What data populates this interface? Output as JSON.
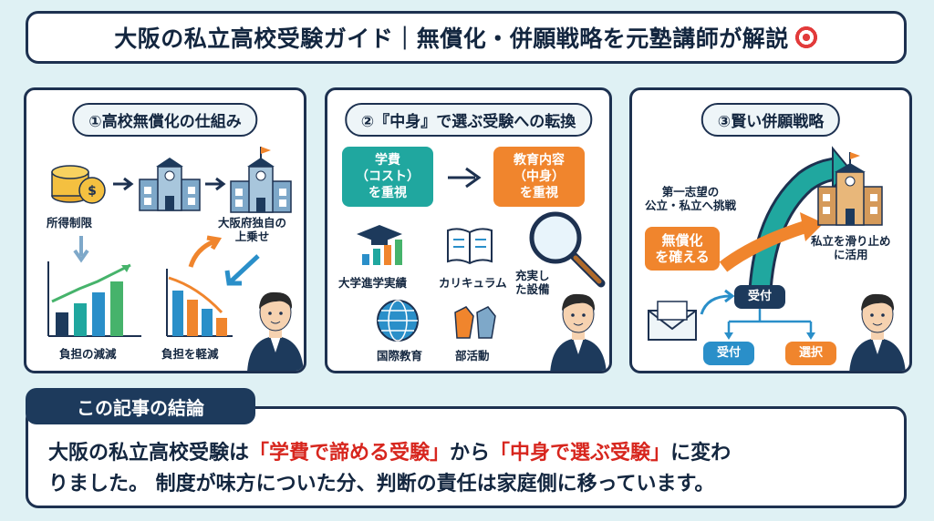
{
  "header": {
    "title": "大阪の私立高校受験ガイド｜無償化・併願戦略を元塾講師が解説"
  },
  "panel1": {
    "title": "①高校無償化の仕組み",
    "income_limit": "所得制限",
    "osaka_extra_line1": "大阪府独自の",
    "osaka_extra_line2": "上乗せ",
    "burden_reduced": "負担の減減",
    "burden_lightened": "負担を軽減"
  },
  "panel2": {
    "title": "②『中身』で選ぶ受験への転換",
    "cost_box": [
      "学費",
      "（コスト）",
      "を重視"
    ],
    "content_box": [
      "教育内容",
      "（中身）",
      "を重視"
    ],
    "items": [
      "大学進学実績",
      "カリキュラム",
      "国際教育",
      "部活動"
    ],
    "facilities_line1": "充実し",
    "facilities_line2": "た設備"
  },
  "panel3": {
    "title": "③賢い併願戦略",
    "first_choice_line1": "第一志望の",
    "first_choice_line2": "公立・私立へ挑戦",
    "secure_line1": "無償化",
    "secure_line2": "を確える",
    "private_line1": "私立を滑り止め",
    "private_line2": "に活用",
    "accept_top": "受付",
    "accept_bottom": "受付",
    "select": "選択"
  },
  "conclusion": {
    "heading": "この記事の結論",
    "line1_a": "大阪の私立高校受験は",
    "line1_b": "「学費で諦める受験」",
    "line1_c": "から",
    "line1_d": "「中身で選ぶ受験」",
    "line1_e": "に変わ",
    "line2": "りました。 制度が味方についた分、判断の責任は家庭側に移っています。"
  },
  "colors": {
    "navy": "#1d3a5c",
    "teal": "#20a79f",
    "orange": "#f0852d",
    "red": "#d7261e",
    "background": "#dff1f4"
  }
}
